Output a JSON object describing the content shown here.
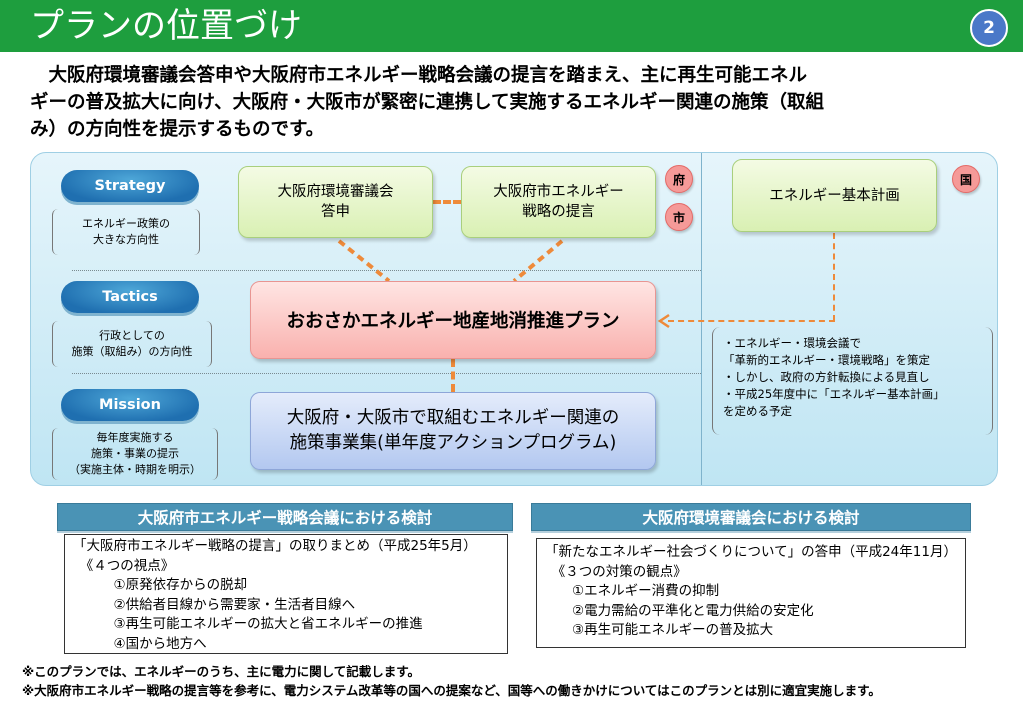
{
  "header": {
    "title": "プランの位置づけ",
    "page_number": "2",
    "bar_color": "#1e9e3e"
  },
  "intro": {
    "line1": "　大阪府環境審議会答申や大阪府市エネルギー戦略会議の提言を踏まえ、主に再生可能エネル",
    "line2": "ギーの普及拡大に向け、大阪府・大阪市が緊密に連携して実施するエネルギー関連の施策（取組",
    "line3": "み）の方向性を提示するものです。"
  },
  "levels": [
    {
      "label": "Strategy",
      "desc_line1": "エネルギー政策の",
      "desc_line2": "大きな方向性",
      "desc_line3": ""
    },
    {
      "label": "Tactics",
      "desc_line1": "行政としての",
      "desc_line2": "施策（取組み）の方向性",
      "desc_line3": ""
    },
    {
      "label": "Mission",
      "desc_line1": "毎年度実施する",
      "desc_line2": "施策・事業の提示",
      "desc_line3": "（実施主体・時期を明示）"
    }
  ],
  "boxes": {
    "council_line1": "大阪府環境審議会",
    "council_line2": "答申",
    "strategy_meeting_line1": "大阪府市エネルギー",
    "strategy_meeting_line2": "戦略の提言",
    "basic_plan": "エネルギー基本計画",
    "plan": "おおさかエネルギー地産地消推進プラン",
    "action_line1": "大阪府・大阪市で取組むエネルギー関連の",
    "action_line2": "施策事業集(単年度アクションプログラム)"
  },
  "badges": {
    "prefecture": "府",
    "city": "市",
    "national": "国",
    "badge_color": "#f59a98"
  },
  "national_note": {
    "line1": "・エネルギー・環境会議で",
    "line2": "「革新的エネルギー・環境戦略」を策定",
    "line3": "・しかし、政府の方針転換による見直し",
    "line4": "・平成25年度中に「エネルギー基本計画」",
    "line5": "を定める予定"
  },
  "left_panel": {
    "header": "大阪府市エネルギー戦略会議における検討",
    "lines": [
      "「大阪府市エネルギー戦略の提言」の取りまとめ（平成25年5月）",
      "　《４つの視点》",
      "　　　①原発依存からの脱却",
      "　　　②供給者目線から需要家・生活者目線へ",
      "　　　③再生可能エネルギーの拡大と省エネルギーの推進",
      "　　　④国から地方へ"
    ]
  },
  "right_panel": {
    "header": "大阪府環境審議会における検討",
    "lines": [
      "「新たなエネルギー社会づくりについて」の答申（平成24年11月）",
      "　《３つの対策の観点》",
      "　　①エネルギー消費の抑制",
      "　　②電力需給の平準化と電力供給の安定化",
      "　　③再生可能エネルギーの普及拡大"
    ]
  },
  "footnotes": {
    "note1": "※このプランでは、エネルギーのうち、主に電力に関して記載します。",
    "note2": "※大阪府市エネルギー戦略の提言等を参考に、電力システム改革等の国への提案など、国等への働きかけについてはこのプランとは別に適宜実施します。"
  },
  "colors": {
    "connector": "#ee8a3a",
    "panel_header": "#4a93b5",
    "pill": "#1f6fb0"
  }
}
